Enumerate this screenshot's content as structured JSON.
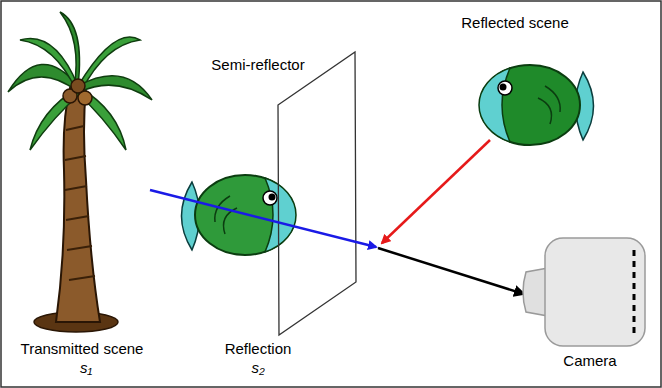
{
  "diagram": {
    "labels": [
      "Reflected scene",
      "Semi-reflector",
      "Transmitted scene",
      "s₁",
      "Reflection",
      "s₂",
      "Camera"
    ]
  }
}
